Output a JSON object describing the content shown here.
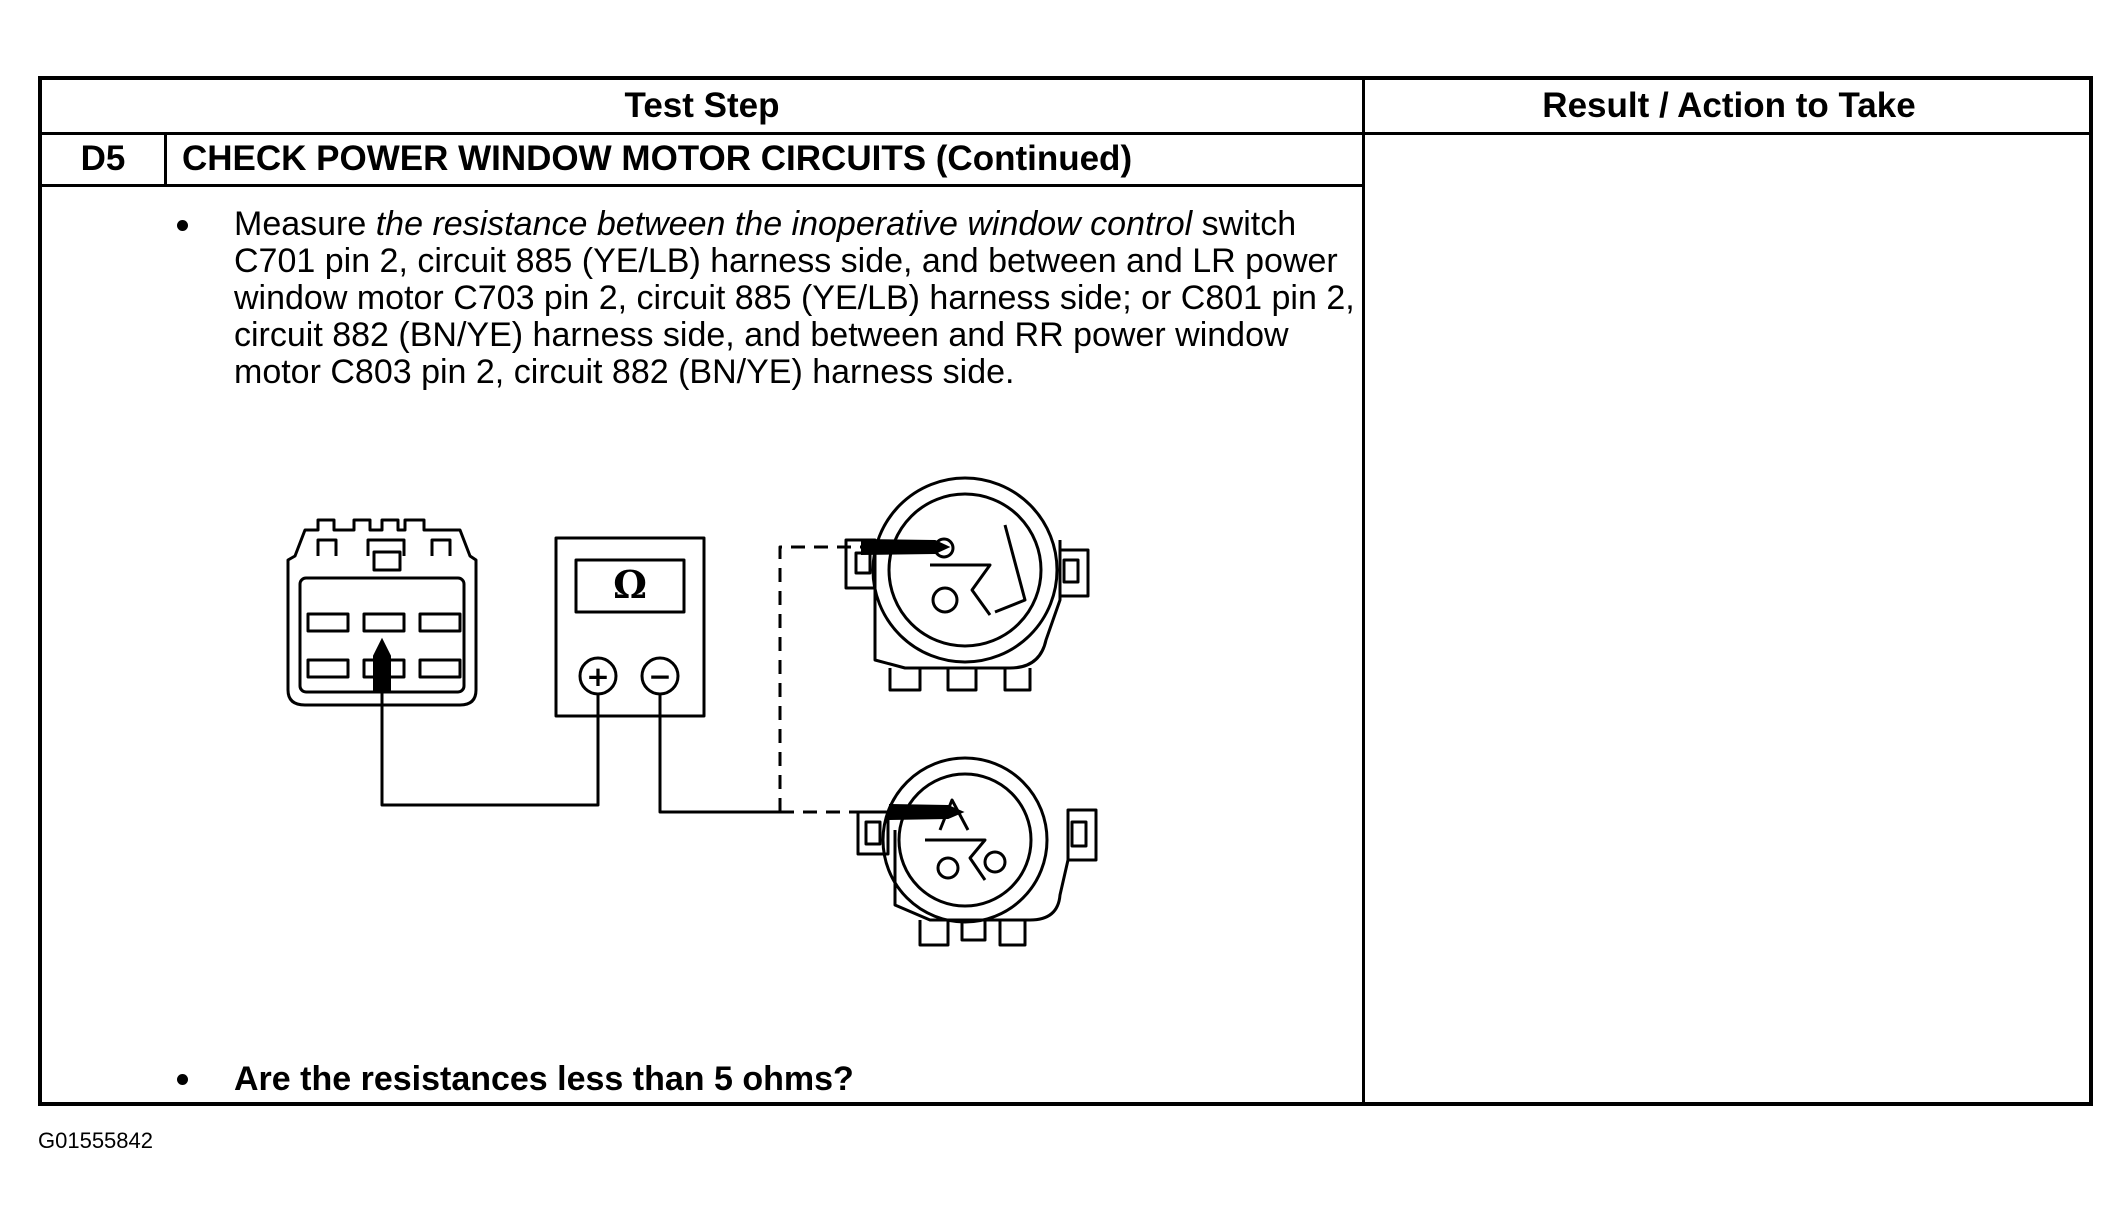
{
  "table": {
    "header_test_step": "Test Step",
    "header_result": "Result / Action to Take",
    "step_id": "D5",
    "step_title": "CHECK POWER WINDOW MOTOR CIRCUITS (Continued)",
    "instruction": {
      "line1_normal": "Measure ",
      "line1_italic": "the resistance between the inoperative window control",
      "rest": "switch C701 pin 2, circuit 885 (YE/LB) harness side, and between and LR power window motor C703 pin 2, circuit 885 (YE/LB) harness side; or C801 pin 2, circuit 882 (BN/YE) harness  side, and between and RR power window motor C803 pin 2, circuit 882 (BN/YE) harness side."
    },
    "question": "Are the resistances less than 5 ohms?"
  },
  "figure": {
    "meter_symbol": "Ω",
    "plus_symbol": "+",
    "minus_symbol": "−"
  },
  "figure_id": "G01555842"
}
